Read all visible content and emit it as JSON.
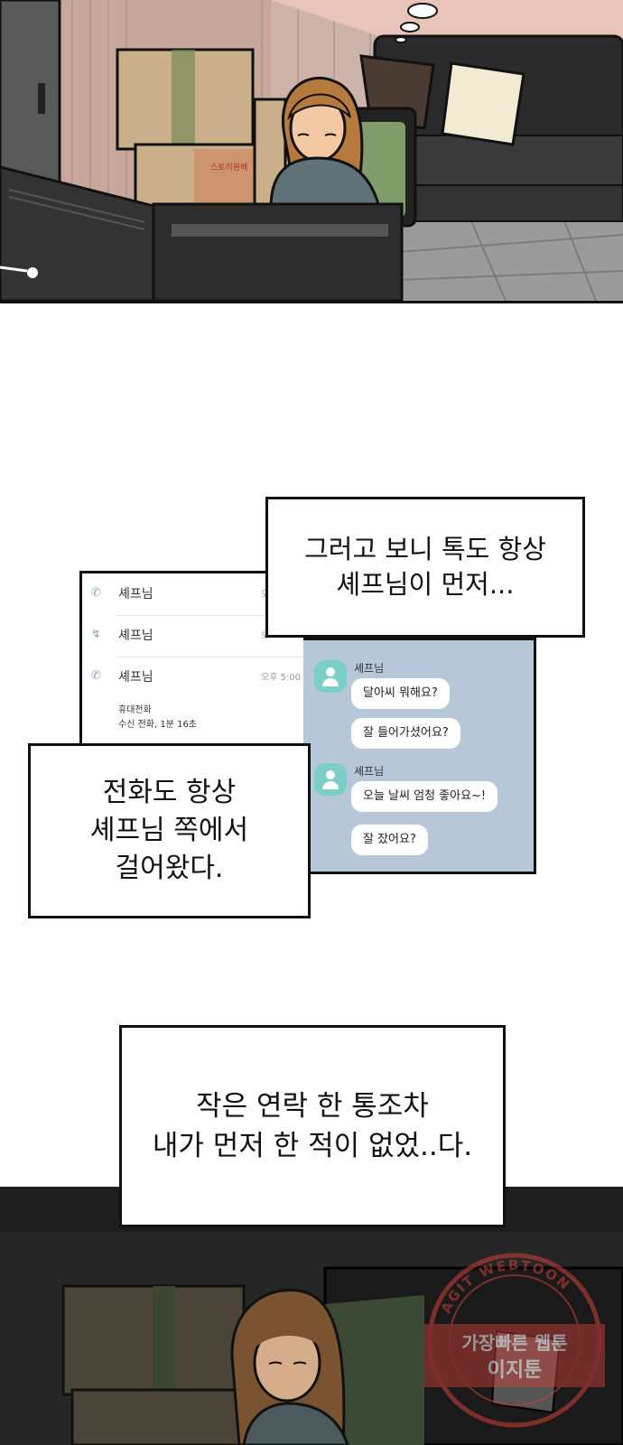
{
  "captions": {
    "first": [
      "그러고 보니 톡도 항상",
      "셰프님이 먼저..."
    ],
    "second": [
      "전화도 항상",
      "셰프님 쪽에서",
      "걸어왔다."
    ],
    "third": [
      "작은 연락 한 통조차",
      "내가 먼저 한 적이 없었..다."
    ]
  },
  "call_log": {
    "entries": [
      {
        "name": "셰프님",
        "time": "오후",
        "icon": "phone-icon"
      },
      {
        "name": "셰프님",
        "time": "오",
        "icon": "missed-call-icon"
      },
      {
        "name": "셰프님",
        "time": "오후 5:00",
        "icon": "phone-icon"
      }
    ],
    "detail_type": "휴대전화",
    "detail_info": "수신 전화, 1분 16초"
  },
  "chat": {
    "groups": [
      {
        "sender": "셰프님",
        "messages": [
          "달아씨 뭐해요?",
          "잘 들어가셨어요?"
        ]
      },
      {
        "sender": "셰프님",
        "messages": [
          "오늘 날씨 엄청 좋아요~!",
          "잘 잤어요?"
        ]
      }
    ]
  },
  "scene_top": {
    "box_label": "스토리원베"
  },
  "watermark": {
    "lines": [
      "가장빠른 웹툰",
      "이지툰"
    ],
    "ring_text": "AGIT WEBTOON"
  },
  "colors": {
    "chat_bg": "#b5c7d9",
    "avatar": "#7bcfc6",
    "hair": "#b77a3e",
    "sweater": "#5f7377",
    "chair": "#7e9d6a",
    "watermark_red": "#d0413a"
  }
}
